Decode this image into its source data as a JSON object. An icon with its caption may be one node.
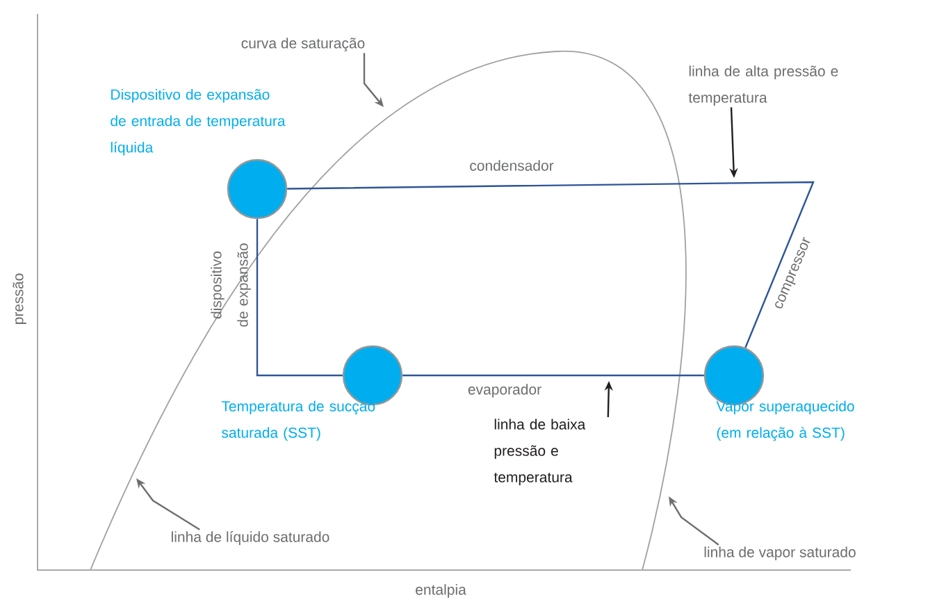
{
  "diagram": {
    "nodes": [
      {
        "text": [],
        "shape": "circle",
        "beside": [
          "Dispositivo de expansão de entrada de temperatura líquida"
        ]
      },
      {
        "text": [],
        "shape": "circle",
        "beside": [
          "Temperatura de sucção saturada (SST)"
        ]
      },
      {
        "text": [],
        "shape": "circle",
        "beside": [
          "Vapor superaquecido (em relação à SST)"
        ]
      },
      {
        "text": [
          "curva de saturação"
        ]
      },
      {
        "text": [
          "linha de alta pressão e temperatura"
        ]
      },
      {
        "text": [
          "linha de baixa pressão e temperatura"
        ]
      },
      {
        "text": [
          "linha de líquido saturado"
        ]
      },
      {
        "text": [
          "linha de vapor saturado"
        ]
      }
    ],
    "edges": [
      {
        "from": 0,
        "to": 1,
        "arrow": "none",
        "label": "dispositivo de expansão",
        "color": "#2e5597"
      },
      {
        "from": 1,
        "to": 2,
        "arrow": "none",
        "label": "evaporador",
        "color": "#2e5597"
      },
      {
        "from": 2,
        "to": 0,
        "arrow": "none",
        "label": "compressor",
        "color": "#2e5597"
      },
      {
        "from": 3,
        "to": null,
        "arrow": "to",
        "color": "#6d6e71"
      },
      {
        "from": 4,
        "to": null,
        "arrow": "to",
        "color": "#231f20"
      },
      {
        "from": 5,
        "to": null,
        "arrow": "to",
        "color": "#231f20"
      },
      {
        "from": 6,
        "to": null,
        "arrow": "to",
        "color": "#6d6e71"
      },
      {
        "from": 7,
        "to": null,
        "arrow": "to",
        "color": "#6d6e71"
      }
    ],
    "labels": [
      "condensador",
      "pressão",
      "entalpia"
    ]
  }
}
